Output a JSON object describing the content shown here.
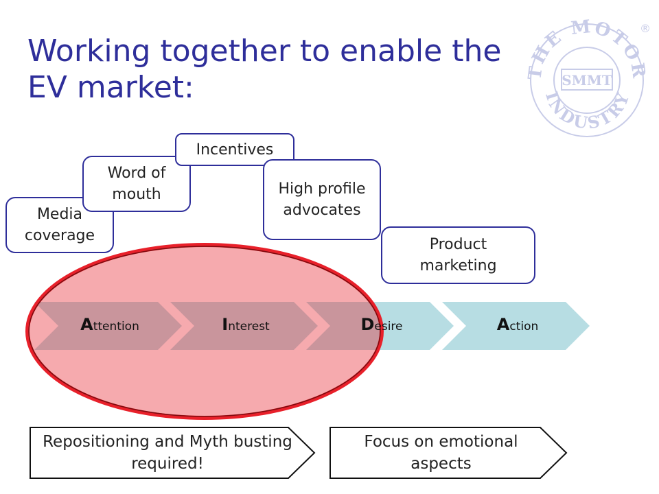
{
  "title": "Working together to enable the EV market:",
  "logo": {
    "ring_text_top": "THE MOTOR",
    "ring_text_bottom": "INDUSTRY",
    "center_text": "SMMT",
    "registered_mark": "®"
  },
  "boxes": {
    "media": "Media coverage",
    "word": "Word of mouth",
    "incentives": "Incentives",
    "advocates": "High profile advocates",
    "product": "Product marketing"
  },
  "stages": [
    {
      "initial": "A",
      "rest": "ttention"
    },
    {
      "initial": "I",
      "rest": "nterest"
    },
    {
      "initial": "D",
      "rest": "esire"
    },
    {
      "initial": "A",
      "rest": "ction"
    }
  ],
  "callouts": {
    "left": "Repositioning and Myth busting required!",
    "right": "Focus on emotional aspects"
  },
  "colors": {
    "title": "#2e2e9a",
    "box_border": "#2e2e9a",
    "chevron_fill": "#b7dde3",
    "ellipse_fill": "#e8202a",
    "ellipse_edge": "#7a0c10",
    "logo": "#c8cce8"
  }
}
